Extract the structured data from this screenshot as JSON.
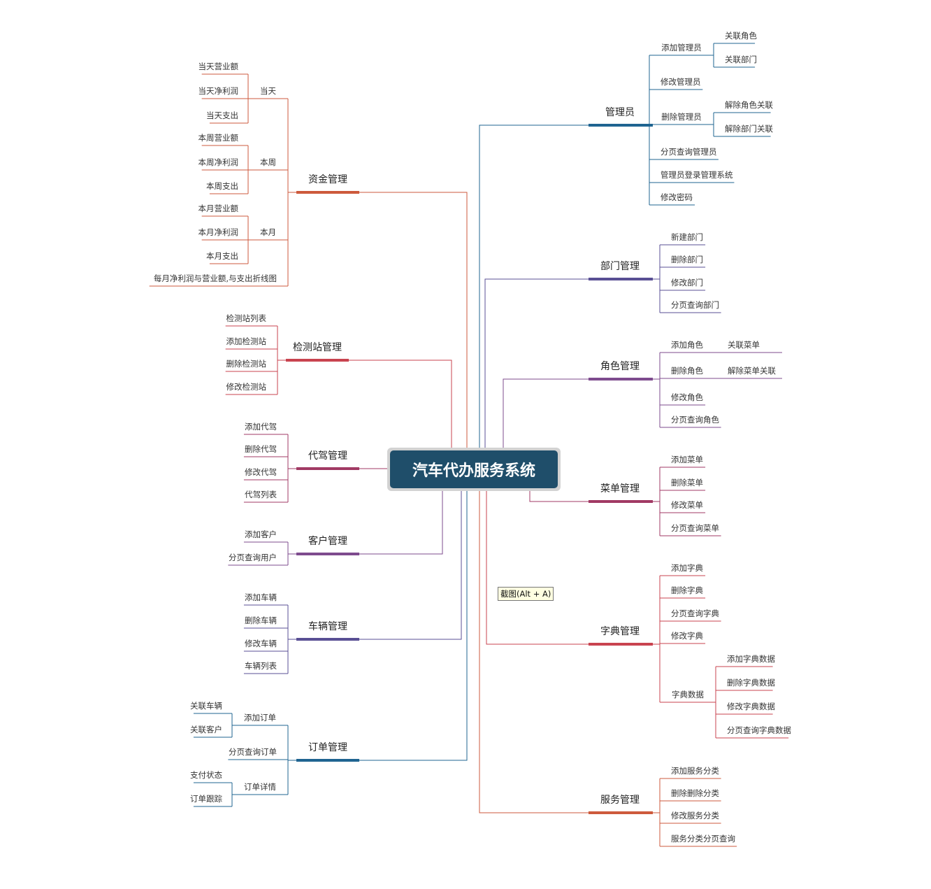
{
  "central": {
    "label": "汽车代办服务系统",
    "fill": "#1f4e6a"
  },
  "tooltip": "截图(Alt + A)",
  "left_branches": [
    {
      "label": "资金管理",
      "color": "#cd5a3c",
      "children": [
        {
          "label": "当天",
          "children": [
            {
              "label": "当天营业额"
            },
            {
              "label": "当天净利润"
            },
            {
              "label": "当天支出"
            }
          ]
        },
        {
          "label": "本周",
          "children": [
            {
              "label": "本周营业额"
            },
            {
              "label": "本周净利润"
            },
            {
              "label": "本周支出"
            }
          ]
        },
        {
          "label": "本月",
          "children": [
            {
              "label": "本月营业额"
            },
            {
              "label": "本月净利润"
            },
            {
              "label": "本月支出"
            }
          ]
        },
        {
          "label": "每月净利润与营业额,与支出折线图"
        }
      ]
    },
    {
      "label": "检测站管理",
      "color": "#c9434f",
      "children": [
        {
          "label": "检测站列表"
        },
        {
          "label": "添加检测站"
        },
        {
          "label": "删除检测站"
        },
        {
          "label": "修改检测站"
        }
      ]
    },
    {
      "label": "代驾管理",
      "color": "#a13a64",
      "children": [
        {
          "label": "添加代驾"
        },
        {
          "label": "删除代驾"
        },
        {
          "label": "修改代驾"
        },
        {
          "label": "代驾列表"
        }
      ]
    },
    {
      "label": "客户管理",
      "color": "#7e4b8e",
      "children": [
        {
          "label": "添加客户"
        },
        {
          "label": "分页查询用户"
        }
      ]
    },
    {
      "label": "车辆管理",
      "color": "#594f94",
      "children": [
        {
          "label": "添加车辆"
        },
        {
          "label": "删除车辆"
        },
        {
          "label": "修改车辆"
        },
        {
          "label": "车辆列表"
        }
      ]
    },
    {
      "label": "订单管理",
      "color": "#1f6491",
      "children": [
        {
          "label": "添加订单",
          "children": [
            {
              "label": "关联车辆"
            },
            {
              "label": "关联客户"
            }
          ]
        },
        {
          "label": "分页查询订单"
        },
        {
          "label": "订单详情",
          "children": [
            {
              "label": "支付状态"
            },
            {
              "label": "订单跟踪"
            }
          ]
        }
      ]
    }
  ],
  "right_branches": [
    {
      "label": "管理员",
      "color": "#1f6491",
      "children": [
        {
          "label": "添加管理员",
          "children": [
            {
              "label": "关联角色"
            },
            {
              "label": "关联部门"
            }
          ]
        },
        {
          "label": "修改管理员"
        },
        {
          "label": "删除管理员",
          "children": [
            {
              "label": "解除角色关联"
            },
            {
              "label": "解除部门关联"
            }
          ]
        },
        {
          "label": "分页查询管理员"
        },
        {
          "label": "管理员登录管理系统"
        },
        {
          "label": "修改密码"
        }
      ]
    },
    {
      "label": "部门管理",
      "color": "#594f94",
      "children": [
        {
          "label": "新建部门"
        },
        {
          "label": "删除部门"
        },
        {
          "label": "修改部门"
        },
        {
          "label": "分页查询部门"
        }
      ]
    },
    {
      "label": "角色管理",
      "color": "#7e4b8e",
      "children": [
        {
          "label": "添加角色",
          "children": [
            {
              "label": "关联菜单"
            }
          ]
        },
        {
          "label": "删除角色",
          "children": [
            {
              "label": "解除菜单关联"
            }
          ]
        },
        {
          "label": "修改角色"
        },
        {
          "label": "分页查询角色"
        }
      ]
    },
    {
      "label": "菜单管理",
      "color": "#a13a64",
      "children": [
        {
          "label": "添加菜单"
        },
        {
          "label": "删除菜单"
        },
        {
          "label": "修改菜单"
        },
        {
          "label": "分页查询菜单"
        }
      ]
    },
    {
      "label": "字典管理",
      "color": "#c9434f",
      "children": [
        {
          "label": "添加字典"
        },
        {
          "label": "删除字典"
        },
        {
          "label": "分页查询字典"
        },
        {
          "label": "修改字典"
        },
        {
          "label": "字典数据",
          "children": [
            {
              "label": "添加字典数据"
            },
            {
              "label": "删除字典数据"
            },
            {
              "label": "修改字典数据"
            },
            {
              "label": "分页查询字典数据"
            }
          ]
        }
      ]
    },
    {
      "label": "服务管理",
      "color": "#cd5a3c",
      "children": [
        {
          "label": "添加服务分类"
        },
        {
          "label": "删除删除分类"
        },
        {
          "label": "修改服务分类"
        },
        {
          "label": "服务分类分页查询"
        }
      ]
    }
  ]
}
